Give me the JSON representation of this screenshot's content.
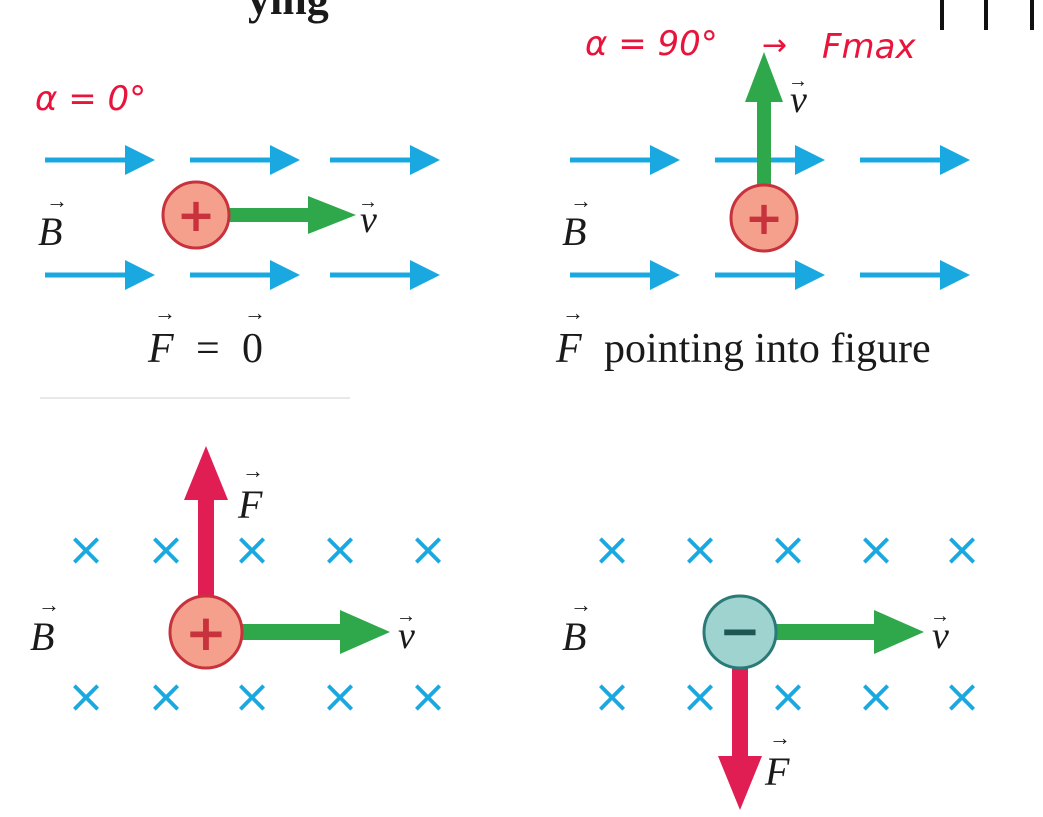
{
  "header_fragment": {
    "text": "ying"
  },
  "annotations": {
    "alpha_zero": "α = 0°",
    "alpha_ninety": "α = 90°",
    "arrow_symbol": "→",
    "fmax": "Fmax"
  },
  "panels": {
    "top_left": {
      "field_label": "B",
      "velocity_label": "v",
      "charge_sign": "+",
      "force_caption_lhs": "F",
      "force_caption_eq": "=",
      "force_caption_rhs": "0"
    },
    "top_right": {
      "field_label": "B",
      "velocity_label": "v",
      "charge_sign": "+",
      "force_caption_symbol": "F",
      "force_caption_text": "pointing into figure"
    },
    "bottom_left": {
      "field_label": "B",
      "velocity_label": "v",
      "force_label": "F",
      "charge_sign": "+",
      "field_mark": "×"
    },
    "bottom_right": {
      "field_label": "B",
      "velocity_label": "v",
      "force_label": "F",
      "charge_sign": "−",
      "field_mark": "×"
    }
  },
  "colors": {
    "field_arrow": "#19a8e0",
    "velocity_arrow": "#2ea84a",
    "force_arrow": "#e01e54",
    "positive_charge_fill": "#f5a08c",
    "positive_charge_stroke": "#c8323c",
    "negative_charge_fill": "#9fd3cf",
    "negative_charge_stroke": "#2a7a78",
    "annotation_ink": "#e8143c"
  }
}
